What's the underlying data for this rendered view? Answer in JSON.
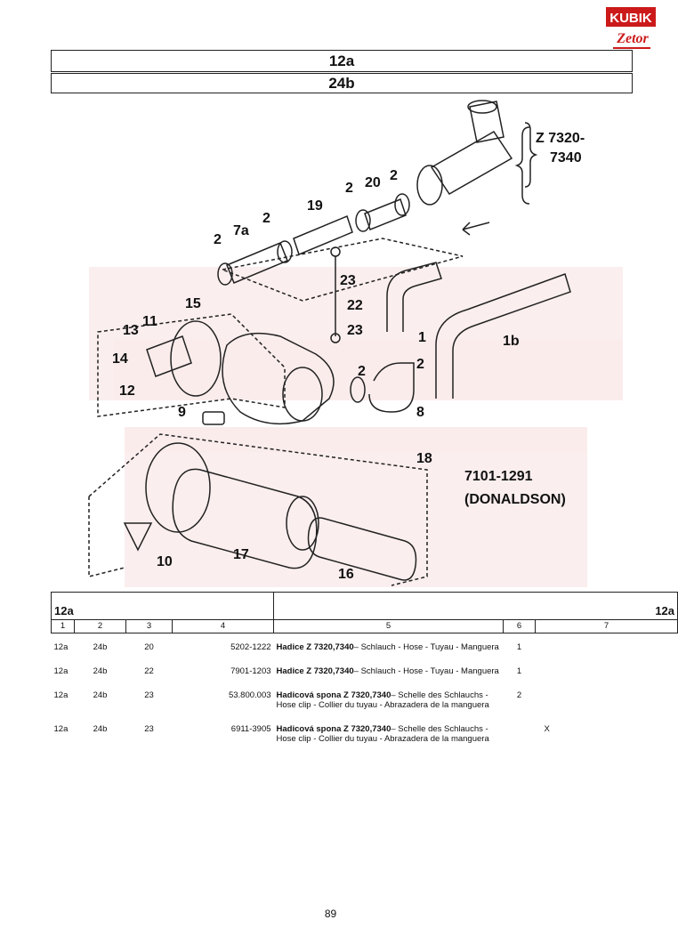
{
  "logo": {
    "top_text": "KUBIK",
    "bottom_text": "Zetor"
  },
  "header": {
    "group": "12a",
    "subgroup": "24b"
  },
  "diagram": {
    "variant_label_line1": "Z 7320-",
    "variant_label_line2": "7340",
    "code_line1": "7101-1291",
    "code_line2": "(DONALDSON)",
    "callouts": [
      "2",
      "7a",
      "2",
      "19",
      "2",
      "20",
      "2",
      "23",
      "22",
      "23",
      "1",
      "1b",
      "15",
      "13",
      "11",
      "14",
      "12",
      "2",
      "2",
      "8",
      "9",
      "18",
      "10",
      "17",
      "16"
    ]
  },
  "table": {
    "section_left": "12a",
    "section_right": "12a",
    "columns": [
      "1",
      "2",
      "3",
      "4",
      "5",
      "6",
      "7"
    ],
    "rows": [
      {
        "c1": "12a",
        "c2": "24b",
        "c3": "20",
        "c4": "5202-1222",
        "name": "Hadice Z 7320,7340",
        "desc": "– Schlauch - Hose - Tuyau - Manguera",
        "c6": "1",
        "c7": ""
      },
      {
        "c1": "12a",
        "c2": "24b",
        "c3": "22",
        "c4": "7901-1203",
        "name": "Hadice Z 7320,7340",
        "desc": "– Schlauch - Hose - Tuyau - Manguera",
        "c6": "1",
        "c7": ""
      },
      {
        "c1": "12a",
        "c2": "24b",
        "c3": "23",
        "c4": "53.800.003",
        "name": "Hadicová spona Z 7320,7340",
        "desc": "– Schelle des Schlauchs - Hose clip - Collier du tuyau - Abrazadera de la manguera",
        "c6": "2",
        "c7": ""
      },
      {
        "c1": "12a",
        "c2": "24b",
        "c3": "23",
        "c4": "6911-3905",
        "name": "Hadicová spona Z 7320,7340",
        "desc": "– Schelle des Schlauchs - Hose clip - Collier du tuyau - Abrazadera de la manguera",
        "c6": "",
        "c7": "X"
      }
    ]
  },
  "page_number": "89",
  "colors": {
    "line": "#222222",
    "logo_red": "#cc1a1a",
    "watermark": "#d02020"
  }
}
